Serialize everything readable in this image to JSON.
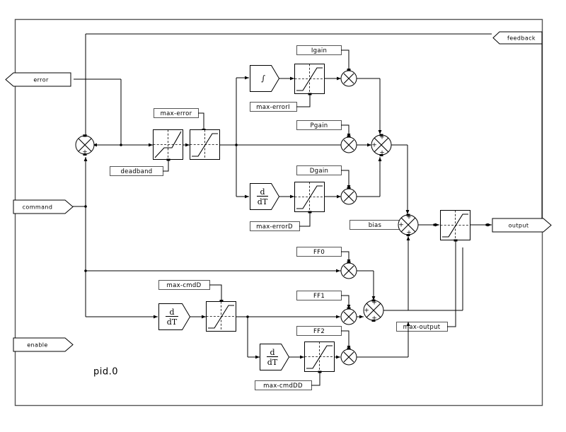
{
  "diagram": {
    "title": "pid.0",
    "type": "block-diagram",
    "component": "PID controller"
  },
  "ports": {
    "inputs": [
      {
        "name": "error",
        "label": "error",
        "direction": "in"
      },
      {
        "name": "command",
        "label": "command",
        "direction": "in"
      },
      {
        "name": "enable",
        "label": "enable",
        "direction": "in"
      }
    ],
    "outputs": [
      {
        "name": "output",
        "label": "output",
        "direction": "out"
      },
      {
        "name": "feedback",
        "label": "feedback",
        "direction": "out"
      }
    ]
  },
  "parameters": [
    {
      "name": "max-error",
      "label": "max-error"
    },
    {
      "name": "deadband",
      "label": "deadband"
    },
    {
      "name": "Igain",
      "label": "Igain"
    },
    {
      "name": "max-errorI",
      "label": "max-errorI"
    },
    {
      "name": "Pgain",
      "label": "Pgain"
    },
    {
      "name": "Dgain",
      "label": "Dgain"
    },
    {
      "name": "max-errorD",
      "label": "max-errorD"
    },
    {
      "name": "bias",
      "label": "bias"
    },
    {
      "name": "FF0",
      "label": "FF0"
    },
    {
      "name": "max-cmdD",
      "label": "max-cmdD"
    },
    {
      "name": "FF1",
      "label": "FF1"
    },
    {
      "name": "FF2",
      "label": "FF2"
    },
    {
      "name": "max-cmdDD",
      "label": "max-cmdDD"
    },
    {
      "name": "max-output",
      "label": "max-output"
    }
  ],
  "operators": {
    "integrator": "∫",
    "derivative_num": "d",
    "derivative_den": "dT",
    "multiply": "×",
    "sum_plus": "+",
    "sum_minus": "−"
  },
  "colors": {
    "line": "#000000",
    "frame": "#555555",
    "background": "#ffffff"
  }
}
